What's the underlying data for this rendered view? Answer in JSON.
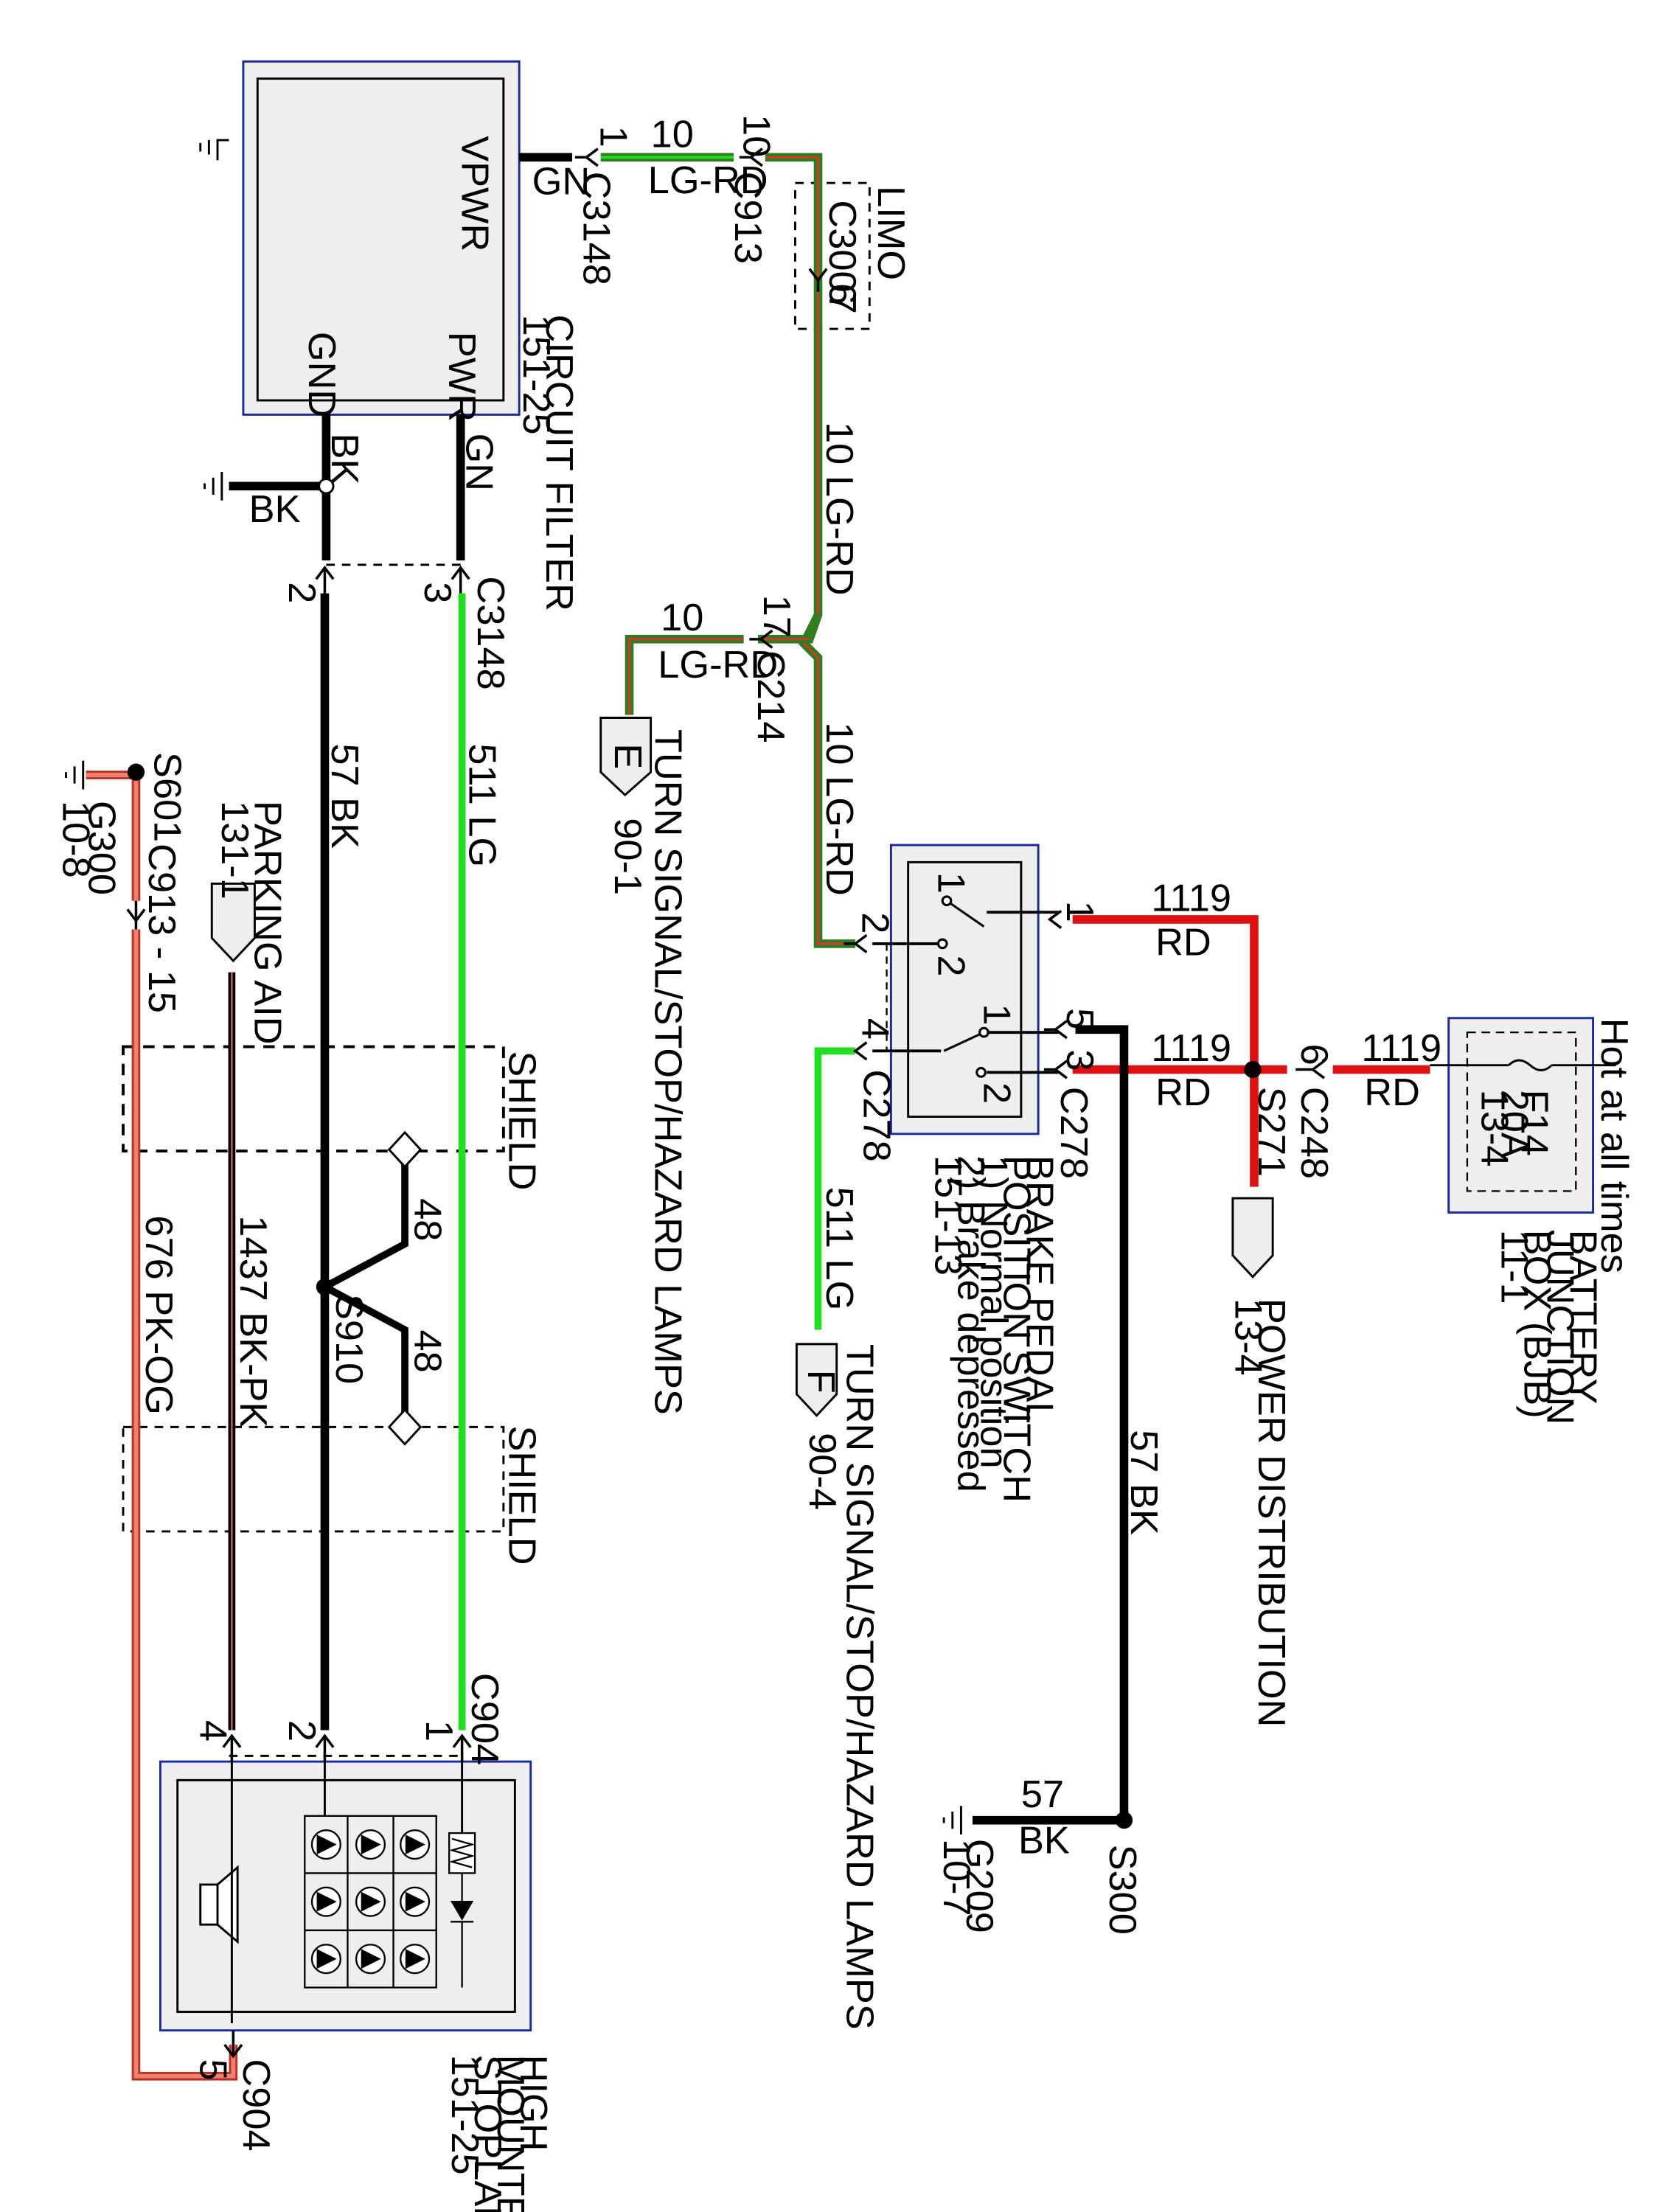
{
  "components": {
    "circuit_filter": {
      "name": "CIRCUIT FILTER",
      "ref": "151-25",
      "pin_vpwr": "VPWR",
      "pin_pwr": "PWR",
      "pin_gnd": "GND"
    },
    "high_mounted_stoplamp": {
      "name_1": "HIGH",
      "name_2": "MOUNTED",
      "name_3": "STOPLAMP",
      "ref": "151-25"
    },
    "brake_pedal_switch": {
      "name_1": "BRAKE PEDAL",
      "name_2": "POSITION SWITCH",
      "note_1": "1) Normal position",
      "note_2": "2) Brake depressed",
      "ref": "151-13",
      "sw1_a": "1",
      "sw1_b": "2",
      "sw2_a": "1",
      "sw2_b": "2"
    },
    "battery_junction_box": {
      "name_1": "BATTERY",
      "name_2": "JUNCTION",
      "name_3": "BOX (BJB)",
      "ref": "11-1",
      "fuse": "F14",
      "fuse_rating": "20A",
      "fuse_ref": "13-4",
      "hot_label": "Hot at all times"
    }
  },
  "connectors": {
    "c3148_top": {
      "id": "C3148",
      "pin": "1"
    },
    "c913_top": {
      "id": "C913",
      "pin": "10"
    },
    "c3007": {
      "id": "C3007",
      "pin": "6",
      "option": "LIMO"
    },
    "c214": {
      "id": "C214",
      "pin": "17"
    },
    "c3148_mid": {
      "id": "C3148",
      "pin_a": "3",
      "pin_b": "2"
    },
    "c278_a": {
      "id": "C278",
      "pin_1": "1",
      "pin_2": "2"
    },
    "c278_b": {
      "id": "C278",
      "pin_5": "5",
      "pin_3": "3",
      "pin_4": "4"
    },
    "c248": {
      "id": "C248",
      "pin": "6"
    },
    "c904_top": {
      "id": "C904",
      "pin_1": "1",
      "pin_2": "2",
      "pin_4": "4"
    },
    "c904_bottom": {
      "id": "C904",
      "pin": "5"
    },
    "c913_15": {
      "id": "C913 - 15"
    }
  },
  "splices": {
    "s271": "S271",
    "s300": "S300",
    "s910": "S910",
    "s601": "S601"
  },
  "grounds": {
    "g209": {
      "id": "G209",
      "ref": "10-7"
    },
    "g300": {
      "id": "G300",
      "ref": "10-8"
    }
  },
  "references": {
    "turn_e": {
      "letter": "E",
      "name": "TURN SIGNAL/STOP/HAZARD LAMPS",
      "ref": "90-1"
    },
    "turn_f": {
      "letter": "F",
      "name": "TURN SIGNAL/STOP/HAZARD LAMPS",
      "ref": "90-4"
    },
    "power_distribution": {
      "name": "POWER DISTRIBUTION",
      "ref": "13-4"
    },
    "parking_aid": {
      "name": "PARKING AID",
      "ref": "131-1"
    }
  },
  "shields": {
    "label": "SHIELD"
  },
  "wires": {
    "gn_short": "GN",
    "bk_short": "BK",
    "bk_ground": "BK",
    "lgrd_circuit": "10",
    "lgrd_color": "LG-RD",
    "lgrd_vert_1": "10  LG-RD",
    "lgrd_vert_2": "10  LG-RD",
    "w511": "511  LG",
    "w57": "57  BK",
    "w1119": "1119",
    "rd": "RD",
    "w1437": "1437  BK-PK",
    "w676": "676  PK-OG",
    "w48": "48",
    "w57_short": "57"
  },
  "colors": {
    "lg": "#22dd22",
    "green_dark": "#2e7d1e",
    "red": "#dd1111",
    "pink": "#f08070",
    "box_fill": "#eeeeee",
    "box_border": "#1a2a9a"
  }
}
